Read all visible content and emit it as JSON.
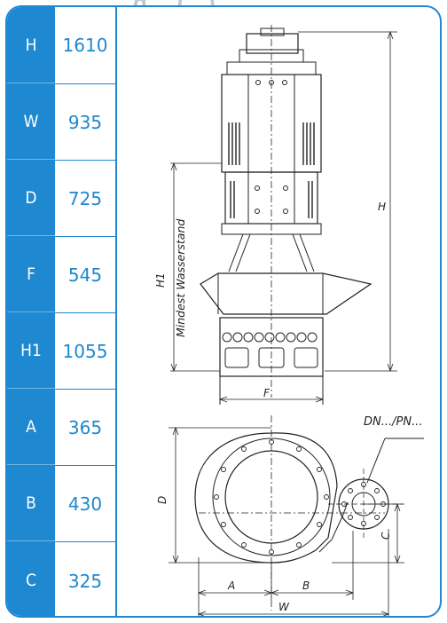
{
  "header": {
    "title_fragment": "g... (...)"
  },
  "dimensions": [
    {
      "key": "H",
      "value": "1610"
    },
    {
      "key": "W",
      "value": "935"
    },
    {
      "key": "D",
      "value": "725"
    },
    {
      "key": "F",
      "value": "545"
    },
    {
      "key": "H1",
      "value": "1055"
    },
    {
      "key": "A",
      "value": "365"
    },
    {
      "key": "B",
      "value": "430"
    },
    {
      "key": "C",
      "value": "325"
    }
  ],
  "drawing": {
    "labels": {
      "h": "H",
      "h1": "H1",
      "water_level": "Mindest Wasserstand",
      "f": "F",
      "d": "D",
      "a": "A",
      "b": "B",
      "c": "C",
      "w": "W",
      "flange": "DN.../PN..."
    }
  },
  "colors": {
    "accent": "#1e88d0",
    "line": "#222222"
  }
}
